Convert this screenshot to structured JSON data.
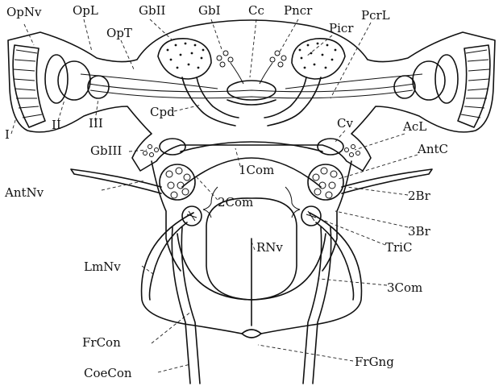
{
  "figure": {
    "labels": {
      "OpNv": "OpNv",
      "OpL": "OpL",
      "GbII": "GbII",
      "GbI": "GbI",
      "Cc": "Cc",
      "Pncr": "Pncr",
      "PcrL": "PcrL",
      "OpT": "OpT",
      "Picr": "Picr",
      "I": "I",
      "II": "II",
      "III": "III",
      "Cpd": "Cpd",
      "Cv": "Cv",
      "AcL": "AcL",
      "GbIII": "GbIII",
      "AntC": "AntC",
      "oneCom": "1Com",
      "AntNv": "AntNv",
      "twoCom": "2Com",
      "twoBr": "2Br",
      "threeBr": "3Br",
      "RNv": "RNv",
      "TriC": "TriC",
      "LmNv": "LmNv",
      "threeCom": "3Com",
      "FrCon": "FrCon",
      "FrGng": "FrGng",
      "CoeCon": "CoeCon"
    }
  }
}
